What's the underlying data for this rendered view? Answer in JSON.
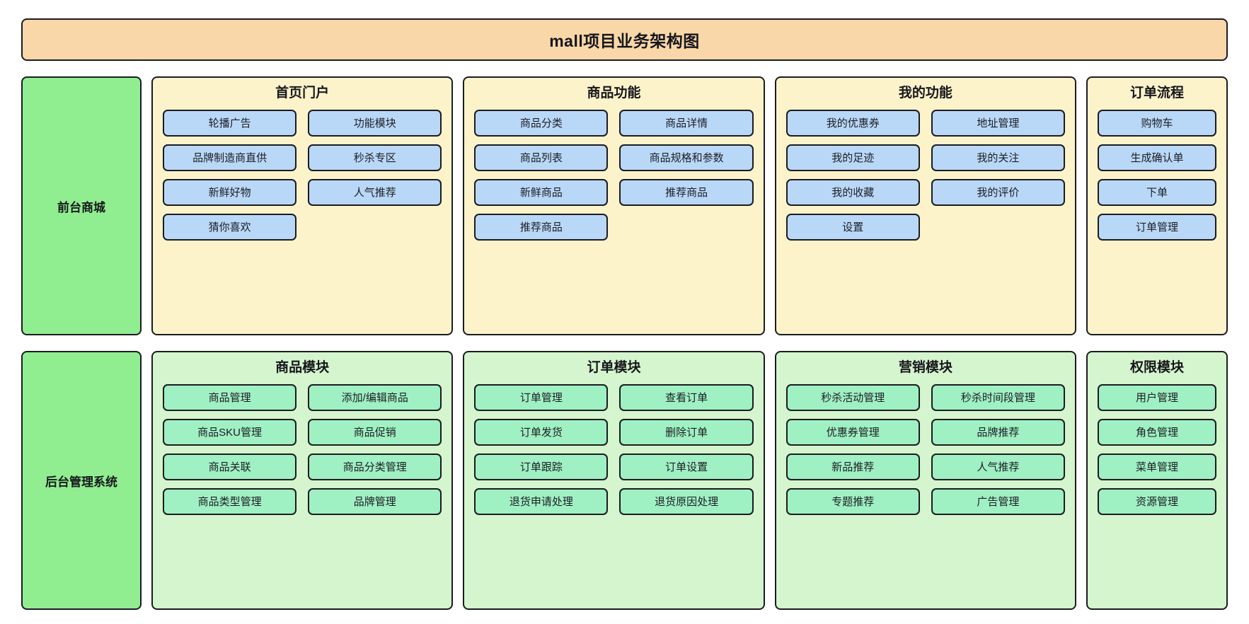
{
  "title": "mall项目业务架构图",
  "colors": {
    "title_bg": "#fad7a8",
    "layer_bg": "#90ee90",
    "front_group_bg": "#fdf3ca",
    "front_item_bg": "#b9d8f7",
    "back_group_bg": "#d4f5cd",
    "back_item_bg": "#9ff0c3",
    "border": "#1b1b22"
  },
  "rows": [
    {
      "layer_label": "前台商城",
      "theme": "front",
      "groups": [
        {
          "title": "首页门户",
          "columns": 2,
          "items": [
            "轮播广告",
            "功能模块",
            "品牌制造商直供",
            "秒杀专区",
            "新鲜好物",
            "人气推荐",
            "猜你喜欢"
          ]
        },
        {
          "title": "商品功能",
          "columns": 2,
          "items": [
            "商品分类",
            "商品详情",
            "商品列表",
            "商品规格和参数",
            "新鲜商品",
            "推荐商品",
            "推荐商品"
          ]
        },
        {
          "title": "我的功能",
          "columns": 2,
          "items": [
            "我的优惠券",
            "地址管理",
            "我的足迹",
            "我的关注",
            "我的收藏",
            "我的评价",
            "设置"
          ]
        },
        {
          "title": "订单流程",
          "columns": 1,
          "items": [
            "购物车",
            "生成确认单",
            "下单",
            "订单管理"
          ]
        }
      ]
    },
    {
      "layer_label": "后台管理系统",
      "theme": "back",
      "groups": [
        {
          "title": "商品模块",
          "columns": 2,
          "items": [
            "商品管理",
            "添加/编辑商品",
            "商品SKU管理",
            "商品促销",
            "商品关联",
            "商品分类管理",
            "商品类型管理",
            "品牌管理"
          ]
        },
        {
          "title": "订单模块",
          "columns": 2,
          "items": [
            "订单管理",
            "查看订单",
            "订单发货",
            "删除订单",
            "订单跟踪",
            "订单设置",
            "退货申请处理",
            "退货原因处理"
          ]
        },
        {
          "title": "营销模块",
          "columns": 2,
          "items": [
            "秒杀活动管理",
            "秒杀时间段管理",
            "优惠券管理",
            "品牌推荐",
            "新品推荐",
            "人气推荐",
            "专题推荐",
            "广告管理"
          ]
        },
        {
          "title": "权限模块",
          "columns": 1,
          "items": [
            "用户管理",
            "角色管理",
            "菜单管理",
            "资源管理"
          ]
        }
      ]
    }
  ]
}
